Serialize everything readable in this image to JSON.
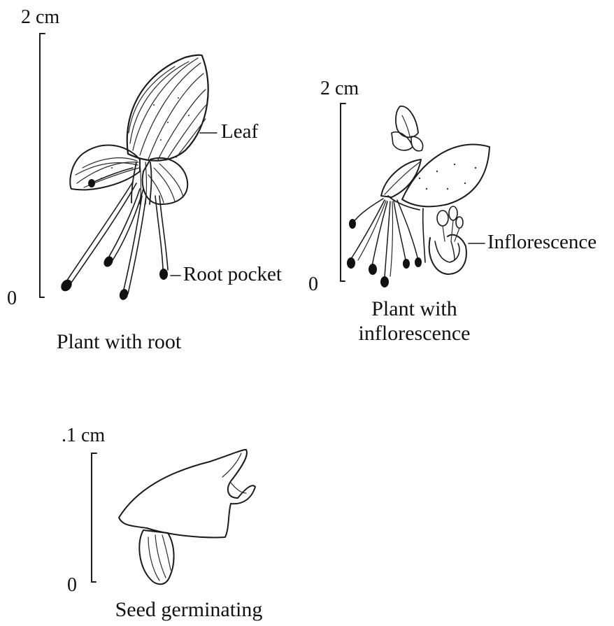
{
  "figures": {
    "plant_root": {
      "scale_top": "2 cm",
      "scale_bottom": "0",
      "label_leaf": "Leaf",
      "label_root_pocket": "Root pocket",
      "caption": "Plant with root"
    },
    "plant_inflorescence": {
      "scale_top": "2 cm",
      "scale_bottom": "0",
      "label_inflorescence": "Inflorescence",
      "caption_line1": "Plant with",
      "caption_line2": "inflorescence"
    },
    "seed": {
      "scale_top": ".1 cm",
      "scale_bottom": "0",
      "caption": "Seed germinating"
    }
  },
  "colors": {
    "ink": "#1b1b1b",
    "background": "#ffffff"
  }
}
